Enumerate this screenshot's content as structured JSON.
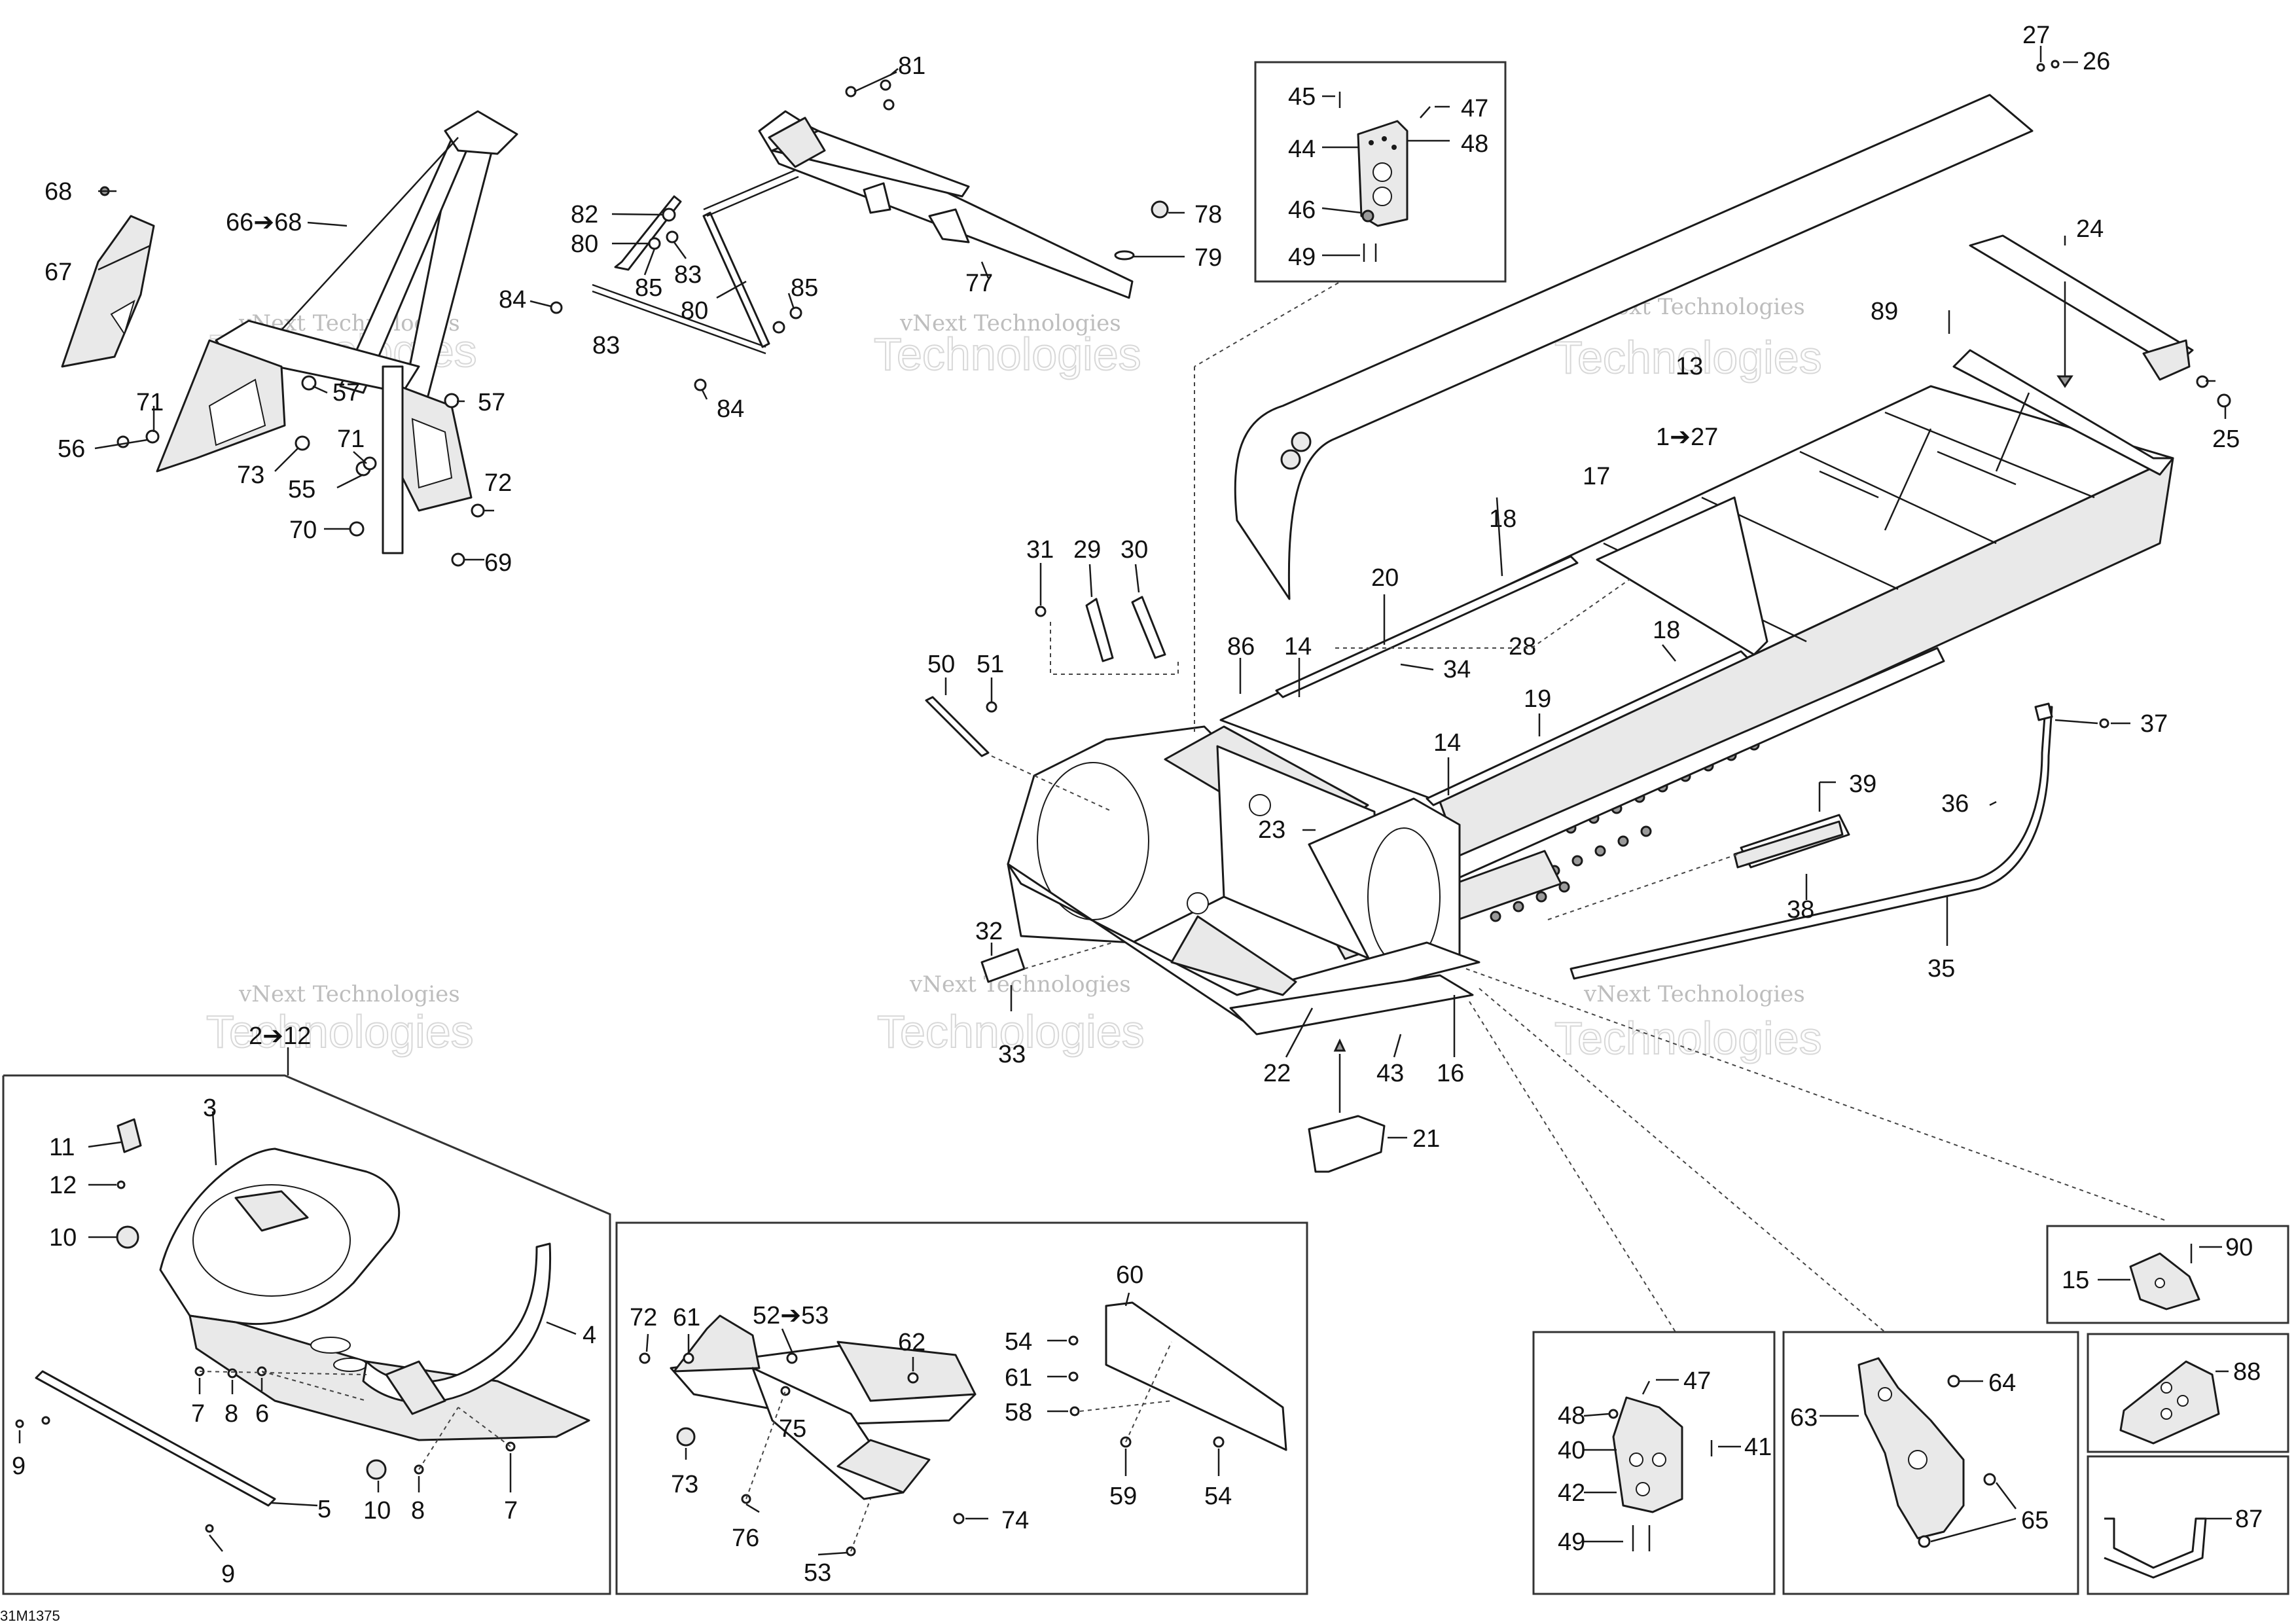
{
  "diagram_code": "31M1375",
  "watermark": {
    "line1": "vNext Technologies",
    "line2": "vNext",
    "line3": "Technologies"
  },
  "callouts": {
    "c1_27": "1➔27",
    "c2_12": "2➔12",
    "c3": "3",
    "c4": "4",
    "c5": "5",
    "c6": "6",
    "c7a": "7",
    "c7b": "7",
    "c8a": "8",
    "c8b": "8",
    "c9a": "9",
    "c9b": "9",
    "c10a": "10",
    "c10b": "10",
    "c11": "11",
    "c12": "12",
    "c13": "13",
    "c14a": "14",
    "c14b": "14",
    "c15": "15",
    "c16": "16",
    "c17": "17",
    "c18a": "18",
    "c18b": "18",
    "c19": "19",
    "c20": "20",
    "c21": "21",
    "c22": "22",
    "c23": "23",
    "c24": "24",
    "c25": "25",
    "c26": "26",
    "c27": "27",
    "c28": "28",
    "c29": "29",
    "c30": "30",
    "c31": "31",
    "c32": "32",
    "c33": "33",
    "c34": "34",
    "c35": "35",
    "c36": "36",
    "c37": "37",
    "c38": "38",
    "c39": "39",
    "c40": "40",
    "c41": "41",
    "c42": "42",
    "c43": "43",
    "c44": "44",
    "c45": "45",
    "c46": "46",
    "c47a": "47",
    "c47b": "47",
    "c48a": "48",
    "c48b": "48",
    "c49a": "49",
    "c49b": "49",
    "c50": "50",
    "c51": "51",
    "c52_53": "52➔53",
    "c53": "53",
    "c54a": "54",
    "c54b": "54",
    "c55": "55",
    "c56": "56",
    "c57a": "57",
    "c57b": "57",
    "c58": "58",
    "c59": "59",
    "c60": "60",
    "c61a": "61",
    "c61b": "61",
    "c62": "62",
    "c63": "63",
    "c64": "64",
    "c65": "65",
    "c66_68": "66➔68",
    "c67": "67",
    "c68": "68",
    "c69": "69",
    "c70": "70",
    "c71a": "71",
    "c71b": "71",
    "c72a": "72",
    "c72b": "72",
    "c73a": "73",
    "c73b": "73",
    "c74": "74",
    "c75": "75",
    "c76": "76",
    "c77": "77",
    "c78": "78",
    "c79": "79",
    "c80a": "80",
    "c80b": "80",
    "c81": "81",
    "c82": "82",
    "c83a": "83",
    "c83b": "83",
    "c84a": "84",
    "c84b": "84",
    "c85a": "85",
    "c85b": "85",
    "c86": "86",
    "c87": "87",
    "c88": "88",
    "c89": "89",
    "c90": "90"
  }
}
